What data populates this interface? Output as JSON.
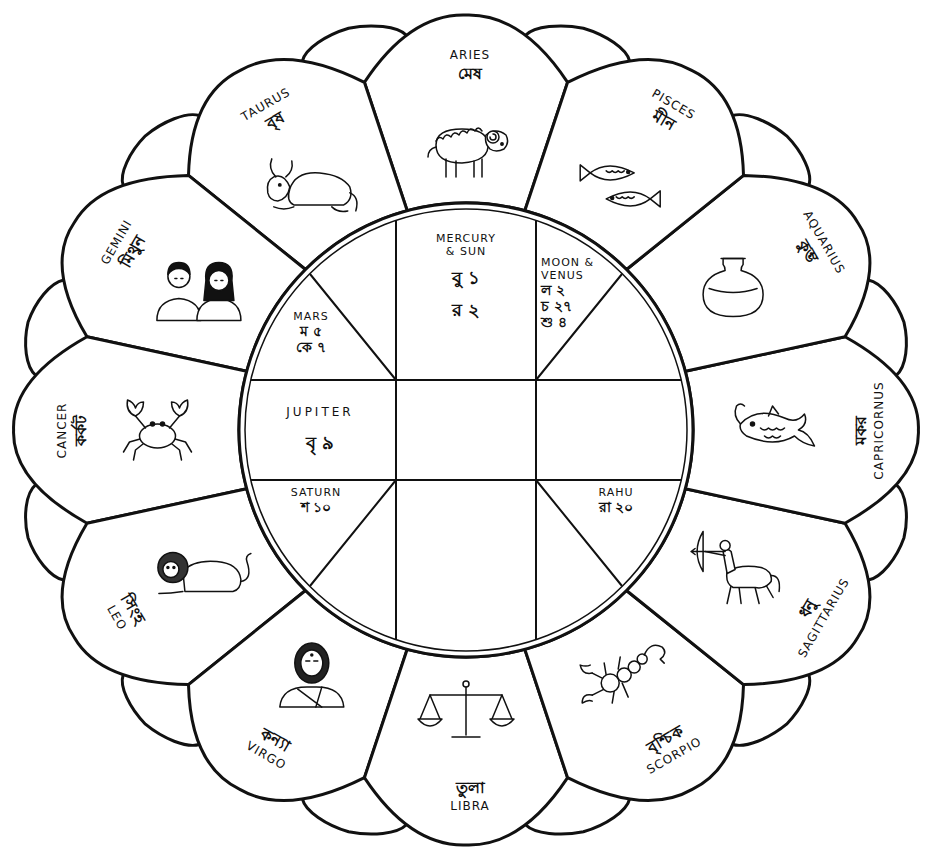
{
  "diagram": {
    "nodes": [
      {
        "text": [
          "ARIES",
          "মেষ"
        ]
      },
      {
        "text": [
          "TAURUS",
          "বৃষ"
        ]
      },
      {
        "text": [
          "GEMINI",
          "মিথুন"
        ]
      },
      {
        "text": [
          "CANCER",
          "কর্কট"
        ]
      },
      {
        "text": [
          "LEO",
          "সিংহ"
        ]
      },
      {
        "text": [
          "VIRGO",
          "কন্যা"
        ]
      },
      {
        "text": [
          "LIBRA",
          "তুলা"
        ]
      },
      {
        "text": [
          "SCORPIO",
          "বৃশ্চিক"
        ]
      },
      {
        "text": [
          "SAGITTARIUS",
          "ধনু"
        ]
      },
      {
        "text": [
          "CAPRICORNUS",
          "মকর"
        ]
      },
      {
        "text": [
          "AQUARIUS",
          "কুম্ভ"
        ]
      },
      {
        "text": [
          "PISCES",
          "মীন"
        ]
      },
      {
        "text": [
          "MARS",
          "ম ৫",
          "কে ৭"
        ]
      },
      {
        "text": [
          "MERCURY & SUN",
          "বু ১",
          "র ২"
        ]
      },
      {
        "text": [
          "MOON & VENUS",
          "ল ২",
          "চ ২৭",
          "শু ৪"
        ]
      },
      {
        "text": [
          "JUPITER",
          "বৃ ৯"
        ]
      },
      {
        "text": [
          "SATURN",
          "শ ১০"
        ]
      },
      {
        "text": [
          "RAHU",
          "রা ২০"
        ]
      }
    ]
  }
}
